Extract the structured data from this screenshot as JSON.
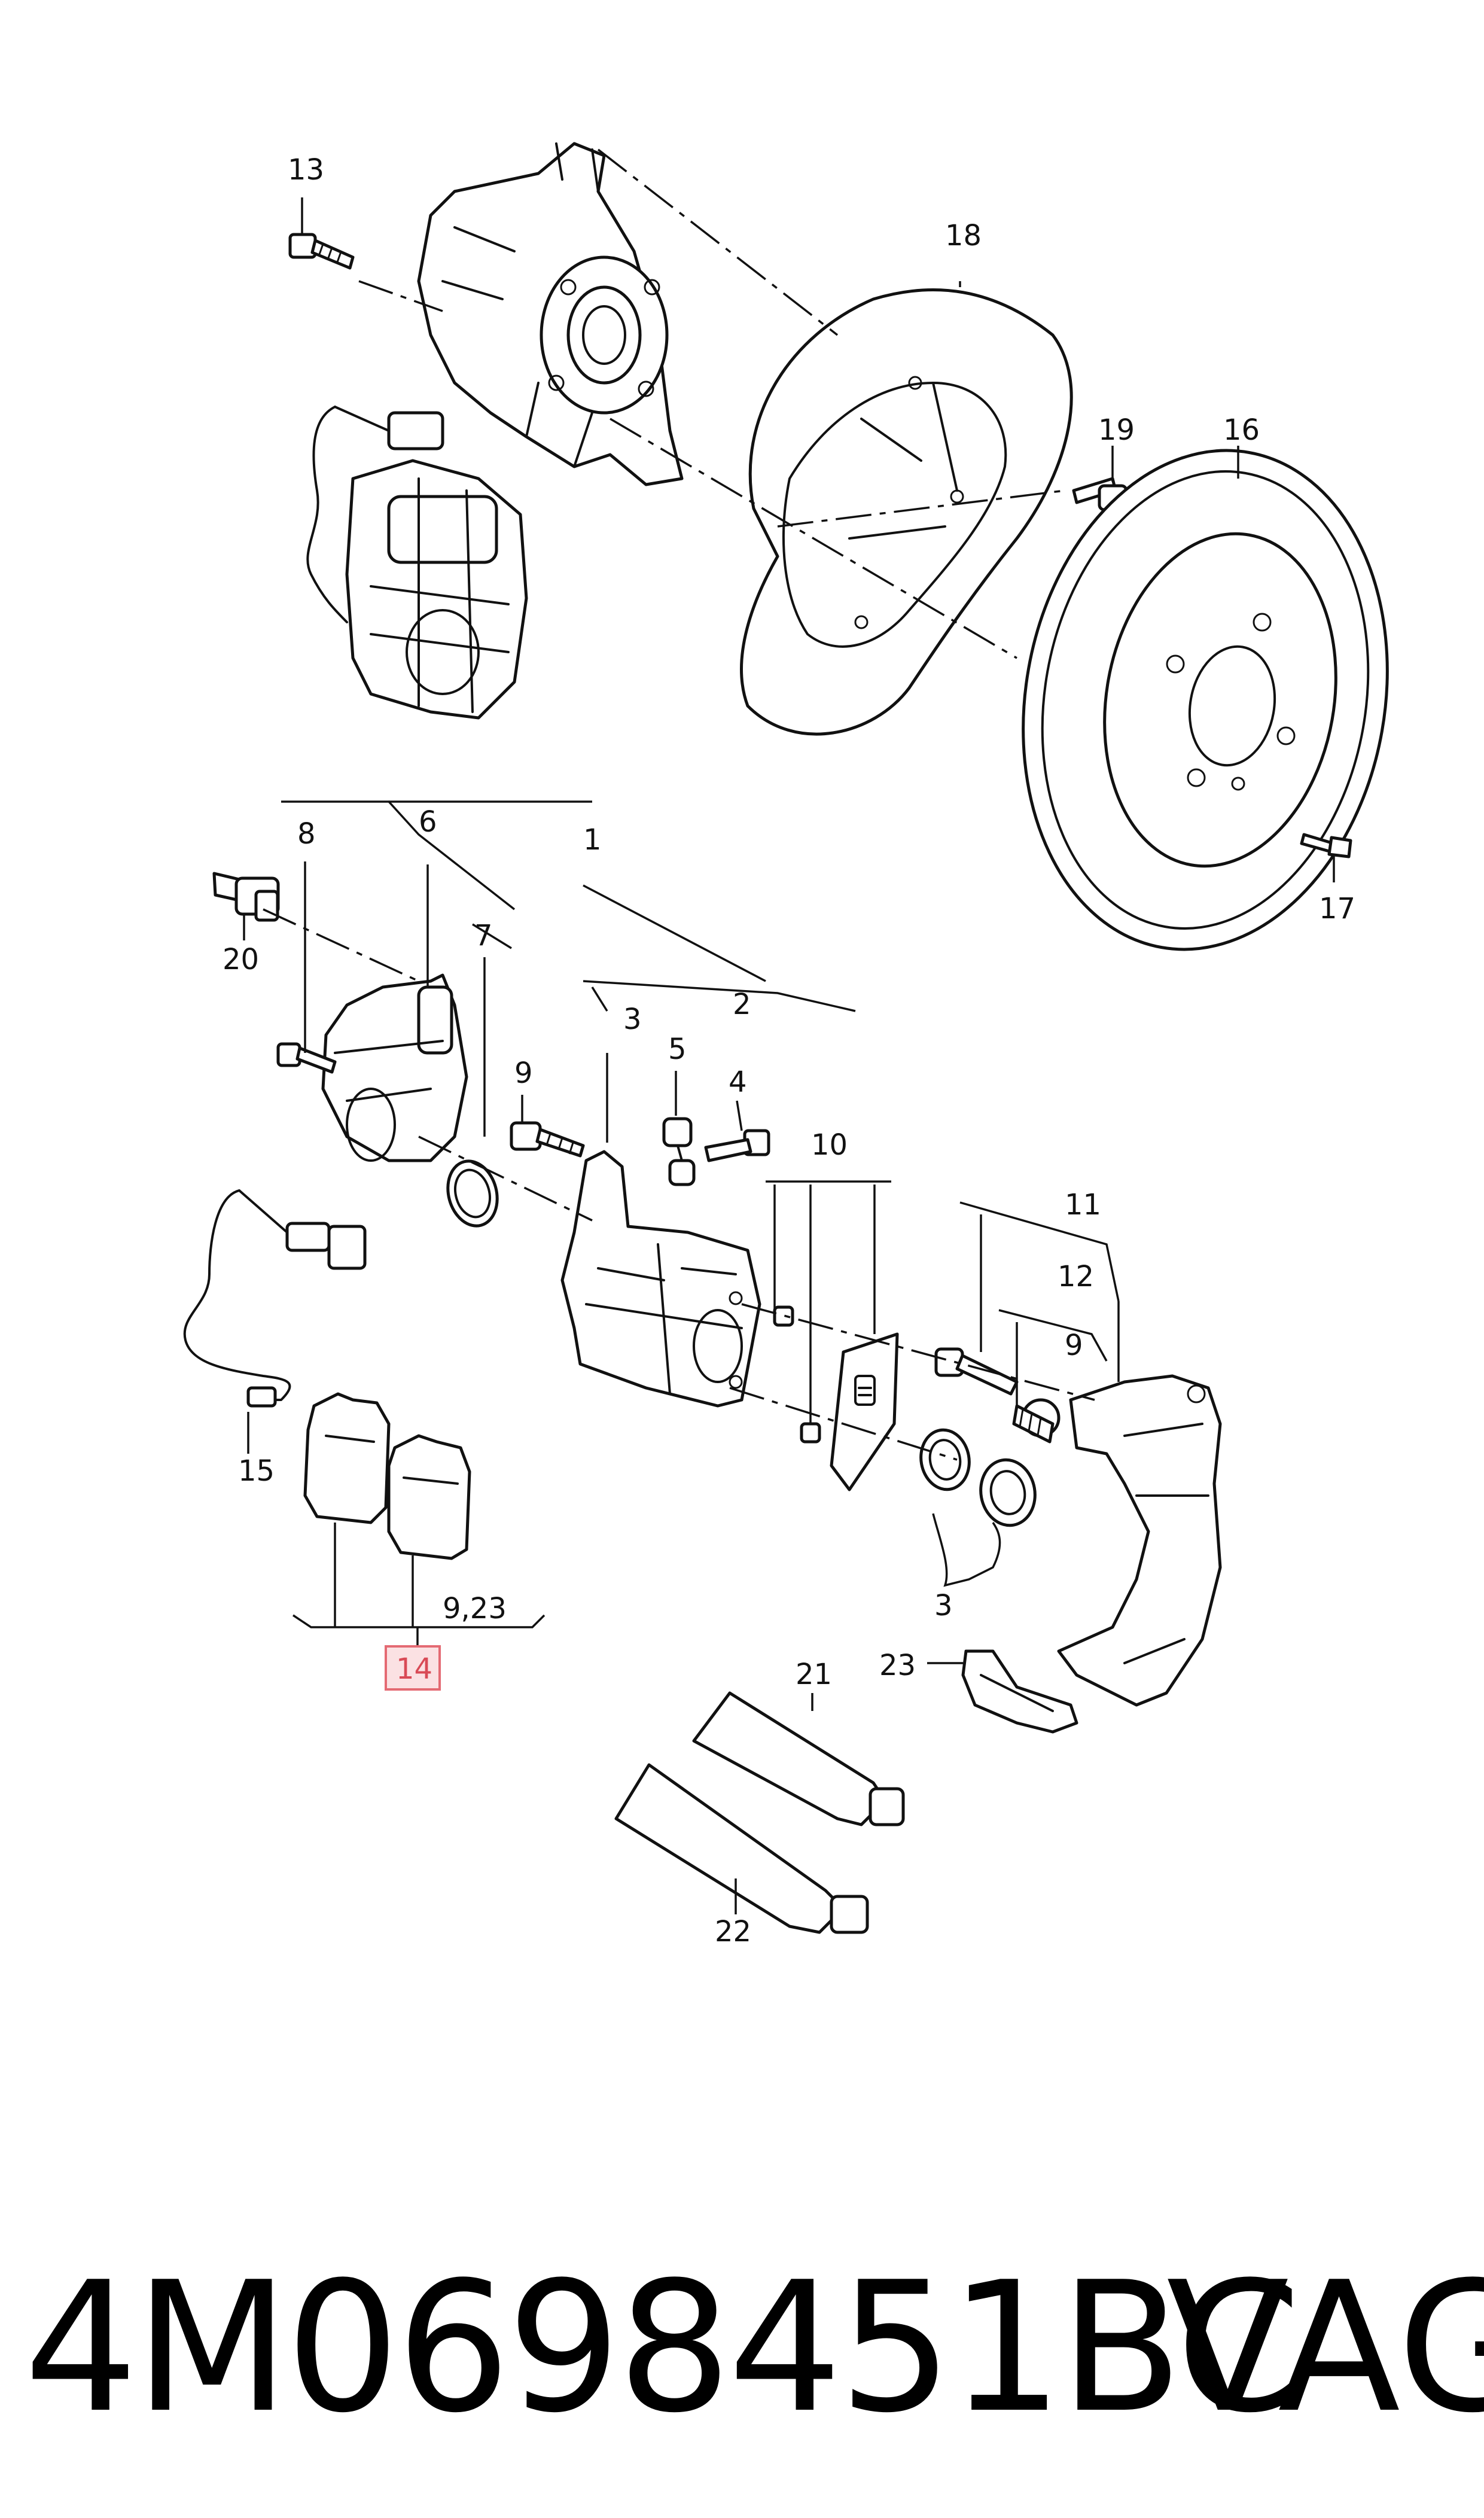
{
  "diagram": {
    "callouts": {
      "c1": "1",
      "c2": "2",
      "c3a": "3",
      "c3b": "3",
      "c4": "4",
      "c5": "5",
      "c6": "6",
      "c7": "7",
      "c8": "8",
      "c9a": "9",
      "c9b": "9",
      "c9_23": "9,23",
      "c10": "10",
      "c11": "11",
      "c12": "12",
      "c13": "13",
      "c15": "15",
      "c16": "16",
      "c17": "17",
      "c18": "18",
      "c19": "19",
      "c20": "20",
      "c21": "21",
      "c22": "22",
      "c23": "23"
    },
    "highlighted_callout": "14",
    "highlight_color": "#e46a73"
  },
  "footer": {
    "part_number": "4M0698451BC",
    "manufacturer": "VAG"
  }
}
